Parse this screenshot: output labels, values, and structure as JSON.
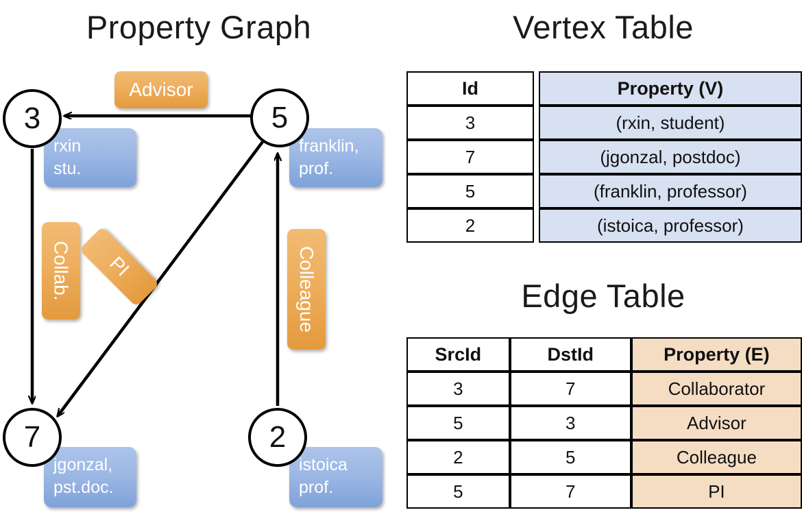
{
  "titles": {
    "property_graph": "Property Graph",
    "vertex_table": "Vertex Table",
    "edge_table": "Edge Table"
  },
  "graph": {
    "nodes": [
      {
        "id": "3",
        "label": "rxin\nstu.",
        "name": "rxin",
        "role": "stu."
      },
      {
        "id": "5",
        "label": "franklin,\nprof.",
        "name": "franklin,",
        "role": "prof."
      },
      {
        "id": "7",
        "label": "jgonzal,\npst.doc.",
        "name": "jgonzal,",
        "role": "pst.doc."
      },
      {
        "id": "2",
        "label": "istoica\nprof.",
        "name": "istoica",
        "role": "prof."
      }
    ],
    "edge_labels": [
      {
        "key": "advisor",
        "text": "Advisor",
        "from": "5",
        "to": "3"
      },
      {
        "key": "collab",
        "text": "Collab.",
        "from": "3",
        "to": "7"
      },
      {
        "key": "pi",
        "text": "PI",
        "from": "5",
        "to": "7"
      },
      {
        "key": "colleague",
        "text": "Colleague",
        "from": "2",
        "to": "5"
      }
    ]
  },
  "vertex_table": {
    "headers": [
      "Id",
      "Property (V)"
    ],
    "rows": [
      {
        "id": "3",
        "property": "(rxin, student)"
      },
      {
        "id": "7",
        "property": "(jgonzal, postdoc)"
      },
      {
        "id": "5",
        "property": "(franklin, professor)"
      },
      {
        "id": "2",
        "property": "(istoica, professor)"
      }
    ]
  },
  "edge_table": {
    "headers": [
      "SrcId",
      "DstId",
      "Property (E)"
    ],
    "rows": [
      {
        "src": "3",
        "dst": "7",
        "property": "Collaborator"
      },
      {
        "src": "5",
        "dst": "3",
        "property": "Advisor"
      },
      {
        "src": "2",
        "dst": "5",
        "property": "Colleague"
      },
      {
        "src": "5",
        "dst": "7",
        "property": "PI"
      }
    ]
  },
  "colors": {
    "vertex_property_fill": "#D7E1F2",
    "edge_property_fill": "#F5DDC3",
    "node_box_blue": "#9DB8E4",
    "edge_label_orange": "#EEB061",
    "stroke": "#000000"
  }
}
